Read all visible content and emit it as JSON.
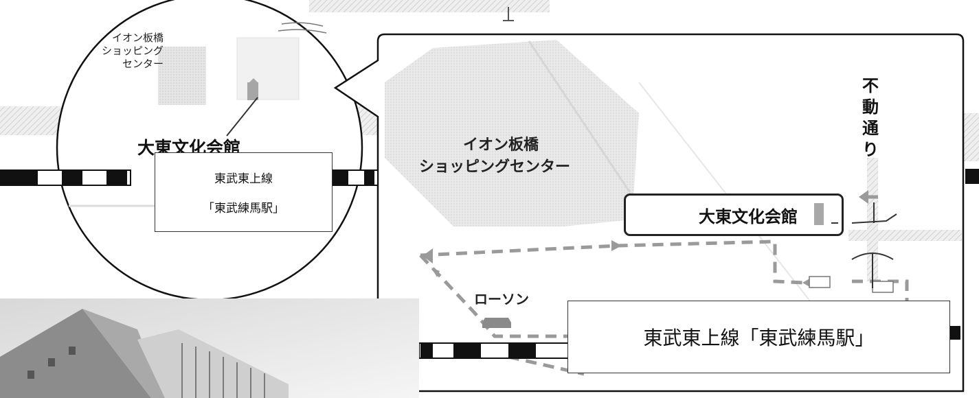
{
  "overview": {
    "mall_label_lines": [
      "イオン板橋",
      "ショッピング",
      "センター"
    ],
    "hall_label": "大東文化会館",
    "station_line": "東武東上線",
    "station_name": "「東武練馬駅」"
  },
  "detail": {
    "mall_label_lines": [
      "イオン板橋",
      "ショッピングセンター"
    ],
    "street_label": "不動通り",
    "street_chars": [
      "不",
      "動",
      "通",
      "り"
    ],
    "hall_label": "大東文化会館",
    "convenience_store_label": "ローソン",
    "station_label": "東武東上線「東武練馬駅」"
  },
  "colors": {
    "line": "#111111",
    "gray_block": "#c9c9c9",
    "road_hatch": "#e2e2e2",
    "route_dash": "#9a9a9a",
    "building_icon": "#9a9a9a"
  }
}
